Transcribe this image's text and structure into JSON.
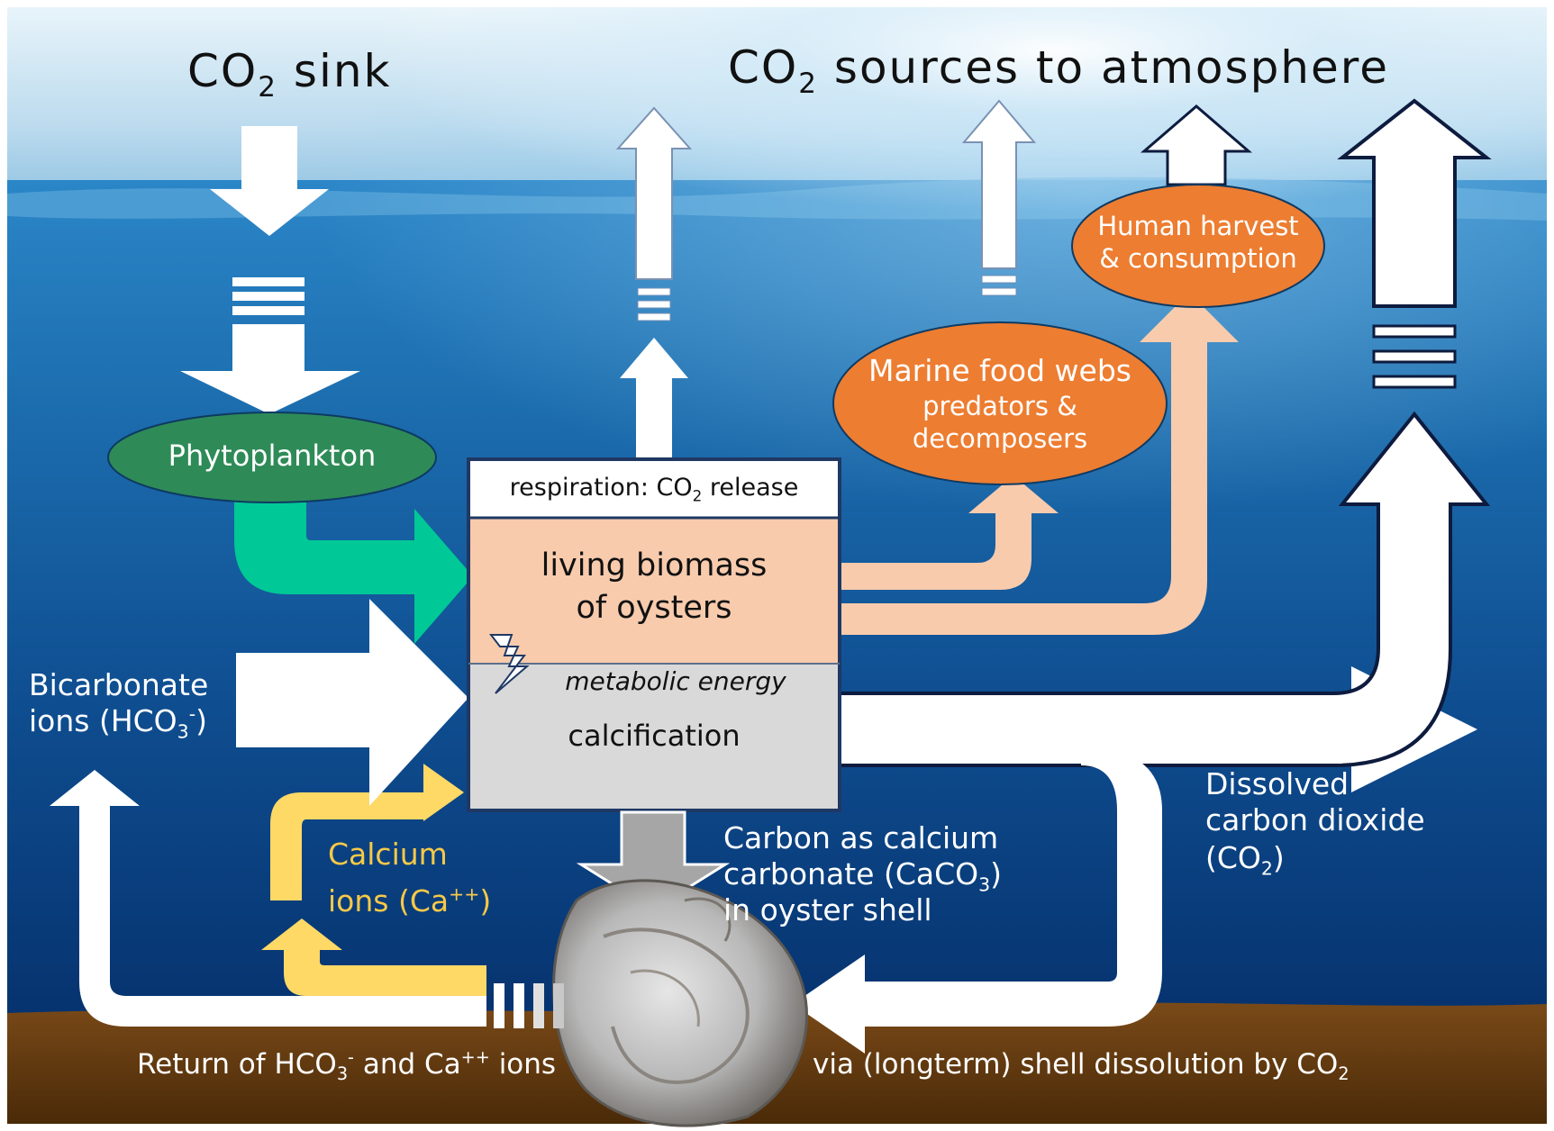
{
  "headings": {
    "sink_pre": "CO",
    "sink_sub": "2",
    "sink_post": " sink",
    "sources_pre": "CO",
    "sources_sub": "2",
    "sources_post": " sources to atmosphere"
  },
  "nodes": {
    "phytoplankton": "Phytoplankton",
    "marine_line1": "Marine food webs",
    "marine_line2": "predators &",
    "marine_line3": "decomposers",
    "human_line1": "Human harvest",
    "human_line2": "& consumption"
  },
  "oyster_box": {
    "resp_pre": "respiration:  CO",
    "resp_sub": "2",
    "resp_post": " release",
    "biomass_line1": "living biomass",
    "biomass_line2": "of oysters",
    "metabolic": "metabolic energy",
    "calcification": "calcification"
  },
  "labels": {
    "bicarb_line1": "Bicarbonate",
    "bicarb_line2_pre": "ions (HCO",
    "bicarb_sub": "3",
    "bicarb_sup": "-",
    "bicarb_line2_post": ")",
    "calcium_line1": "Calcium",
    "calcium_line2_pre": "ions (Ca",
    "calcium_sup": "++",
    "calcium_line2_post": ")",
    "caco3_line1": "Carbon as calcium",
    "caco3_line2_pre": "carbonate (CaCO",
    "caco3_sub": "3",
    "caco3_line2_post": ")",
    "caco3_line3": "in oyster shell",
    "dissolved_line1": "Dissolved",
    "dissolved_line2": "carbon dioxide",
    "dissolved_line3_pre": "(CO",
    "dissolved_sub": "2",
    "dissolved_line3_post": ")",
    "return_pre": "Return of HCO",
    "return_sub": "3",
    "return_sup": "-",
    "return_mid": " and Ca",
    "return_sup2": "++",
    "return_mid2": "  ions",
    "return_right_pre": "via (longterm) shell dissolution by CO",
    "return_right_sub": "2"
  },
  "colors": {
    "sky_top": "#cfe6f3",
    "water_surface": "#1f6fb4",
    "water_deep": "#083a7a",
    "sediment": "#6a3d12",
    "phytoplankton_fill": "#2e8b57",
    "green_arrow": "#00c896",
    "orange_node": "#ed7d31",
    "peach_flow": "#f8cbad",
    "calcium_yellow": "#ffd966",
    "box_border": "#1f3864",
    "calc_gray": "#d9d9d9",
    "shell_arrow_gray": "#a6a6a6"
  }
}
